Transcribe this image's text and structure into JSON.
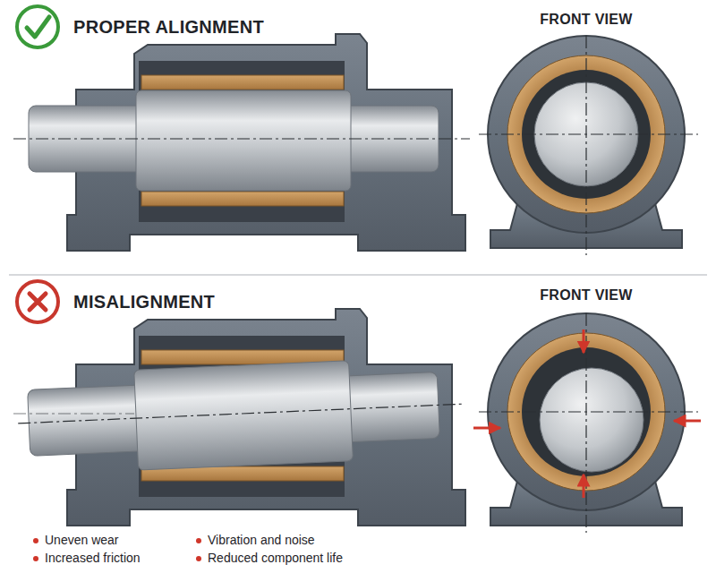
{
  "diagram": {
    "labels": [
      "PROPER ALIGNMENT",
      "FRONT VIEW",
      "MISALIGNMENT",
      "FRONT VIEW",
      "Uneven wear",
      "Vibration and noise",
      "Increased friction",
      "Reduced component life"
    ]
  }
}
